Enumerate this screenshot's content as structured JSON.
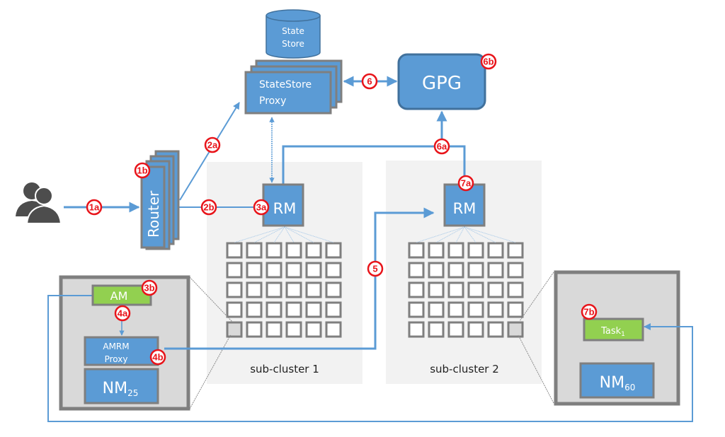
{
  "title": "Federated YARN architecture",
  "colors": {
    "blue": "#5b9bd5",
    "blue_dark": "#41719c",
    "gray_border": "#7f7f7f",
    "green": "#92d050",
    "badge_red": "#e8141a",
    "cluster_bg": "#f2f2f2",
    "node_bg": "#d9d9d9"
  },
  "nodes": {
    "users": {
      "icon": "users-icon"
    },
    "router": {
      "label": "Router"
    },
    "state_store": {
      "line1": "State",
      "line2": "Store"
    },
    "state_store_proxy": {
      "line1": "StateStore",
      "line2": "Proxy"
    },
    "gpg": {
      "label": "GPG"
    },
    "rm1": {
      "label": "RM"
    },
    "rm2": {
      "label": "RM"
    },
    "am": {
      "label": "AM"
    },
    "amrm_proxy": {
      "line1": "AMRM",
      "line2": "Proxy"
    },
    "nm25": {
      "label": "NM",
      "sub": "25"
    },
    "task1": {
      "label": "Task",
      "sub": "1"
    },
    "nm60": {
      "label": "NM",
      "sub": "60"
    }
  },
  "clusters": [
    {
      "label": "sub-cluster 1",
      "rows": 5,
      "cols": 6
    },
    {
      "label": "sub-cluster 2",
      "rows": 5,
      "cols": 6
    }
  ],
  "badges": {
    "b1a": "1a",
    "b1b": "1b",
    "b2a": "2a",
    "b2b": "2b",
    "b3a": "3a",
    "b3b": "3b",
    "b4a": "4a",
    "b4b": "4b",
    "b5": "5",
    "b6": "6",
    "b6a": "6a",
    "b6b": "6b",
    "b7a": "7a",
    "b7b": "7b"
  }
}
